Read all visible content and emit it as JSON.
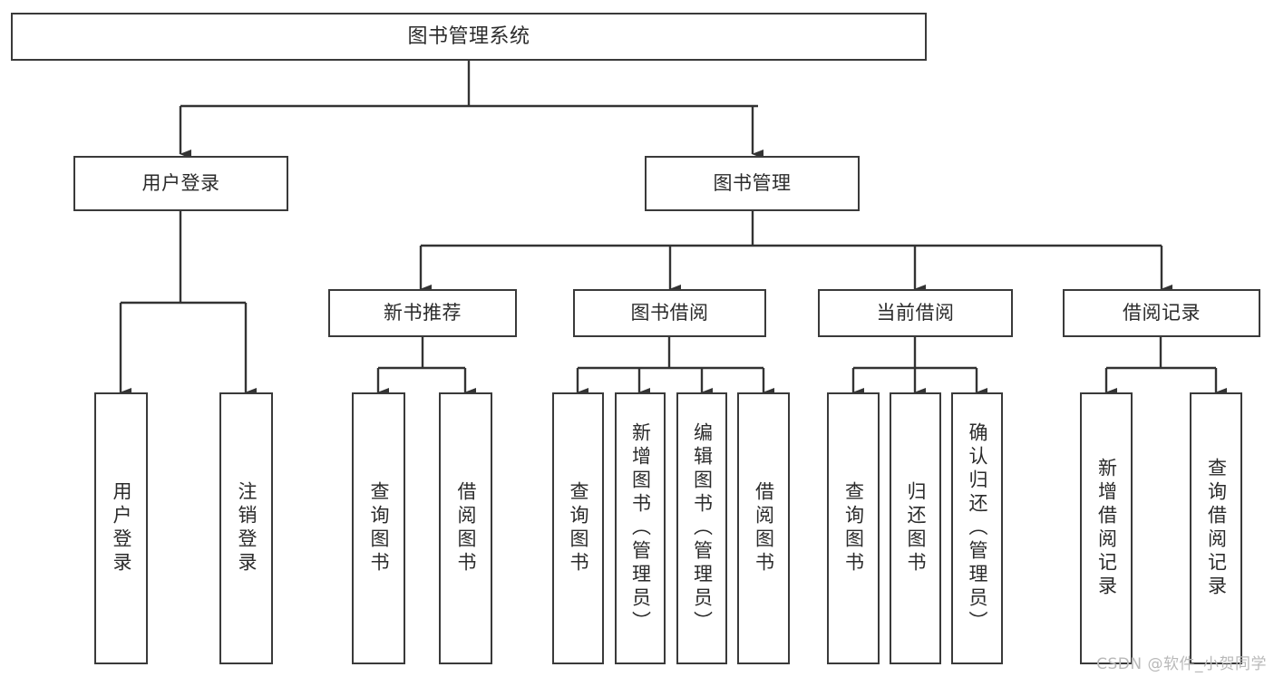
{
  "diagram": {
    "title": "图书管理系统",
    "watermark": "CSDN @软件_小贺同学",
    "style": {
      "box_border": "#3a3a3a",
      "line": "#333333",
      "background": "#ffffff",
      "text": "#2b2b2b"
    },
    "root": {
      "label": "图书管理系统"
    },
    "level1": [
      {
        "label": "用户登录"
      },
      {
        "label": "图书管理"
      }
    ],
    "level2": [
      {
        "label": "新书推荐"
      },
      {
        "label": "图书借阅"
      },
      {
        "label": "当前借阅"
      },
      {
        "label": "借阅记录"
      }
    ],
    "leaves": {
      "user_login": [
        {
          "label": "用户登录"
        },
        {
          "label": "注销登录"
        }
      ],
      "new_book_recommend": [
        {
          "label": "查询图书"
        },
        {
          "label": "借阅图书"
        }
      ],
      "book_borrow": [
        {
          "label": "查询图书"
        },
        {
          "label": "新增图书（管理员）"
        },
        {
          "label": "编辑图书（管理员）"
        },
        {
          "label": "借阅图书"
        }
      ],
      "current_borrow": [
        {
          "label": "查询图书"
        },
        {
          "label": "归还图书"
        },
        {
          "label": "确认归还（管理员）"
        }
      ],
      "borrow_record": [
        {
          "label": "新增借阅记录"
        },
        {
          "label": "查询借阅记录"
        }
      ]
    }
  }
}
